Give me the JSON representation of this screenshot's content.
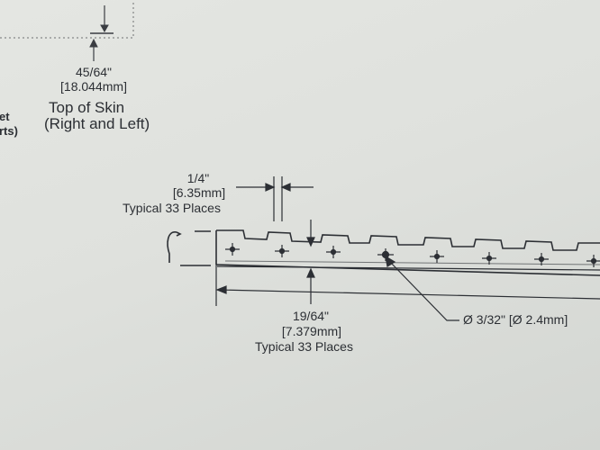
{
  "top_dimension": {
    "fraction": "45/64\"",
    "metric": "[18.044mm]"
  },
  "skin_caption": {
    "line1": "Top of Skin",
    "line2": "(Right and Left)"
  },
  "left_cut_text": {
    "line1": "et",
    "line2": "rts)"
  },
  "tab_width_dimension": {
    "fraction": "1/4\"",
    "metric": "[6.35mm]",
    "note": "Typical 33 Places"
  },
  "tab_depth_dimension": {
    "fraction": "19/64\"",
    "metric": "[7.379mm]",
    "note": "Typical 33 Places"
  },
  "hole_callout": {
    "label": "Ø 3/32\"  [Ø 2.4mm]"
  },
  "colors": {
    "paper": "#dfe1dd",
    "ink": "#2c2f34"
  }
}
